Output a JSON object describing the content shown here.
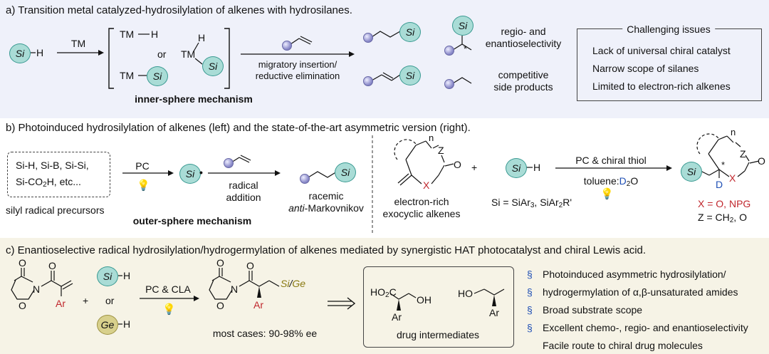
{
  "colors": {
    "panel_a_bg": "#eff1fa",
    "panel_b_bg": "#ffffff",
    "panel_c_bg": "#f6f3e6",
    "badge_si": "#a9dcd6",
    "badge_ge": "#d8d08c",
    "red": "#c0262c",
    "blue": "#1f4fb5"
  },
  "panel_a": {
    "heading": "a) Transition metal catalyzed-hydrosilylation of alkenes with hydrosilanes.",
    "si": "Si",
    "h": "H",
    "tm_arrow_label": "TM",
    "tm_h": "TM",
    "h2": "H",
    "or": "or",
    "tm_si": "TM",
    "tm3": "TM",
    "h3": "H",
    "arrow_top": "migratory insertion/",
    "arrow_bottom": "reductive elimination",
    "mechanism": "inner-sphere mechanism",
    "star": "*",
    "regio_1": "regio- and",
    "regio_2": "enantioselectivity",
    "side_1": "competitive",
    "side_2": "side products",
    "issues_title": "Challenging issues",
    "issues": [
      "Lack of universal chiral catalyst",
      "Narrow scope of silanes",
      "Limited to electron-rich alkenes"
    ]
  },
  "panel_b": {
    "heading": "b) Photoinduced hydrosilylation of alkenes (left) and the state-of-the-art asymmetric version (right).",
    "precursor_line1": "Si-H, Si-B, Si-Si,",
    "precursor_line2_a": "Si-CO",
    "precursor_line2_sub": "2",
    "precursor_line2_b": "H, etc...",
    "precursor_caption": "silyl radical precursors",
    "pc": "PC",
    "si_radical": "Si",
    "radical_dot": "•",
    "radical_1": "radical",
    "radical_2": "addition",
    "racemic": "racemic",
    "anti_a": "anti",
    "anti_b": "-Markovnikov",
    "mechanism": "outer-sphere mechanism",
    "n": "n",
    "z": "Z",
    "x": "X",
    "o": "O",
    "alkene_1": "electron-rich",
    "alkene_2": "exocyclic alkenes",
    "plus": "+",
    "si_h": "H",
    "si_def_a": "Si = SiAr",
    "si_def_sub1": "3",
    "si_def_b": ", SiAr",
    "si_def_sub2": "2",
    "si_def_c": "R'",
    "arrow_top": "PC & chiral thiol",
    "arrow_bottom_a": "toluene:",
    "arrow_bottom_d": "D",
    "arrow_bottom_sub": "2",
    "arrow_bottom_o": "O",
    "prod_n": "n",
    "prod_z": "Z",
    "prod_star": "*",
    "prod_d": "D",
    "prod_x": "X",
    "prod_o": "O",
    "x_def": "X = O, NPG",
    "z_def_a": "Z = CH",
    "z_def_sub": "2",
    "z_def_b": ", O"
  },
  "panel_c": {
    "heading": "c) Enantioselective radical hydrosilylation/hydrogermylation of alkenes mediated by synergistic HAT photocatalyst and chiral Lewis acid.",
    "o1": "O",
    "o2": "O",
    "o3": "O",
    "n": "N",
    "ar": "Ar",
    "plus": "+",
    "si": "Si",
    "ge": "Ge",
    "h": "H",
    "or": "or",
    "arrow": "PC & CLA",
    "p_o1": "O",
    "p_o2": "O",
    "p_o3": "O",
    "p_n": "N",
    "p_ar": "Ar",
    "si_ge_a": "Si",
    "si_ge_slash": "/",
    "si_ge_b": "Ge",
    "ee": "most cases: 90-98% ee",
    "ho2c_a": "HO",
    "ho2c_sub": "2",
    "ho2c_b": "C",
    "oh": "OH",
    "ar1": "Ar",
    "ho": "HO",
    "ar2": "Ar",
    "drug_caption": "drug intermediates",
    "bullet_symbol": "§",
    "bullets": [
      "Photoinduced asymmetric hydrosilylation/",
      "hydrogermylation of α,β-unsaturated amides",
      "Broad substrate scope",
      "Excellent chemo-, regio- and enantioselectivity",
      "Facile route to chiral drug molecules"
    ]
  }
}
